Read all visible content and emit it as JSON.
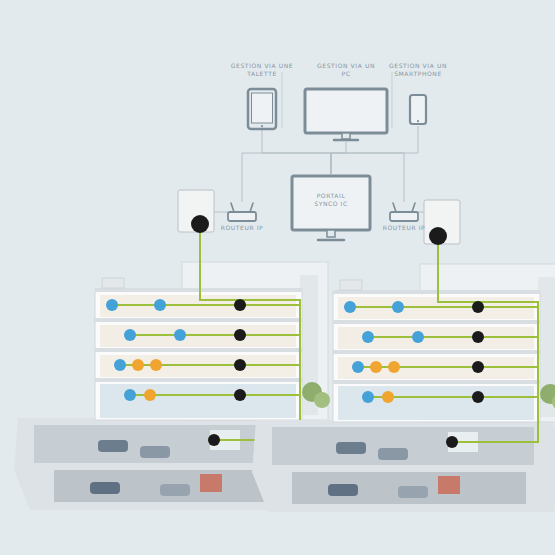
{
  "diagram": {
    "nodes": [
      {
        "text": [
          "GESTION VIA UNE TALETTE"
        ]
      },
      {
        "text": [
          "GESTION VIA UN PC"
        ]
      },
      {
        "text": [
          "GESTION VIA UN SMARTPHONE"
        ]
      },
      {
        "text": [
          "PORTAIL SYNCO IC"
        ]
      },
      {
        "text": [
          "ROUTEUR IP"
        ]
      },
      {
        "text": [
          "ROUTEUR IP"
        ]
      }
    ],
    "edges": [
      {
        "from": 3,
        "to": 0,
        "arrow": "none"
      },
      {
        "from": 3,
        "to": 1,
        "arrow": "none"
      },
      {
        "from": 3,
        "to": 2,
        "arrow": "none"
      },
      {
        "from": 4,
        "to": 3,
        "arrow": "none"
      },
      {
        "from": 5,
        "to": 3,
        "arrow": "none"
      }
    ]
  }
}
